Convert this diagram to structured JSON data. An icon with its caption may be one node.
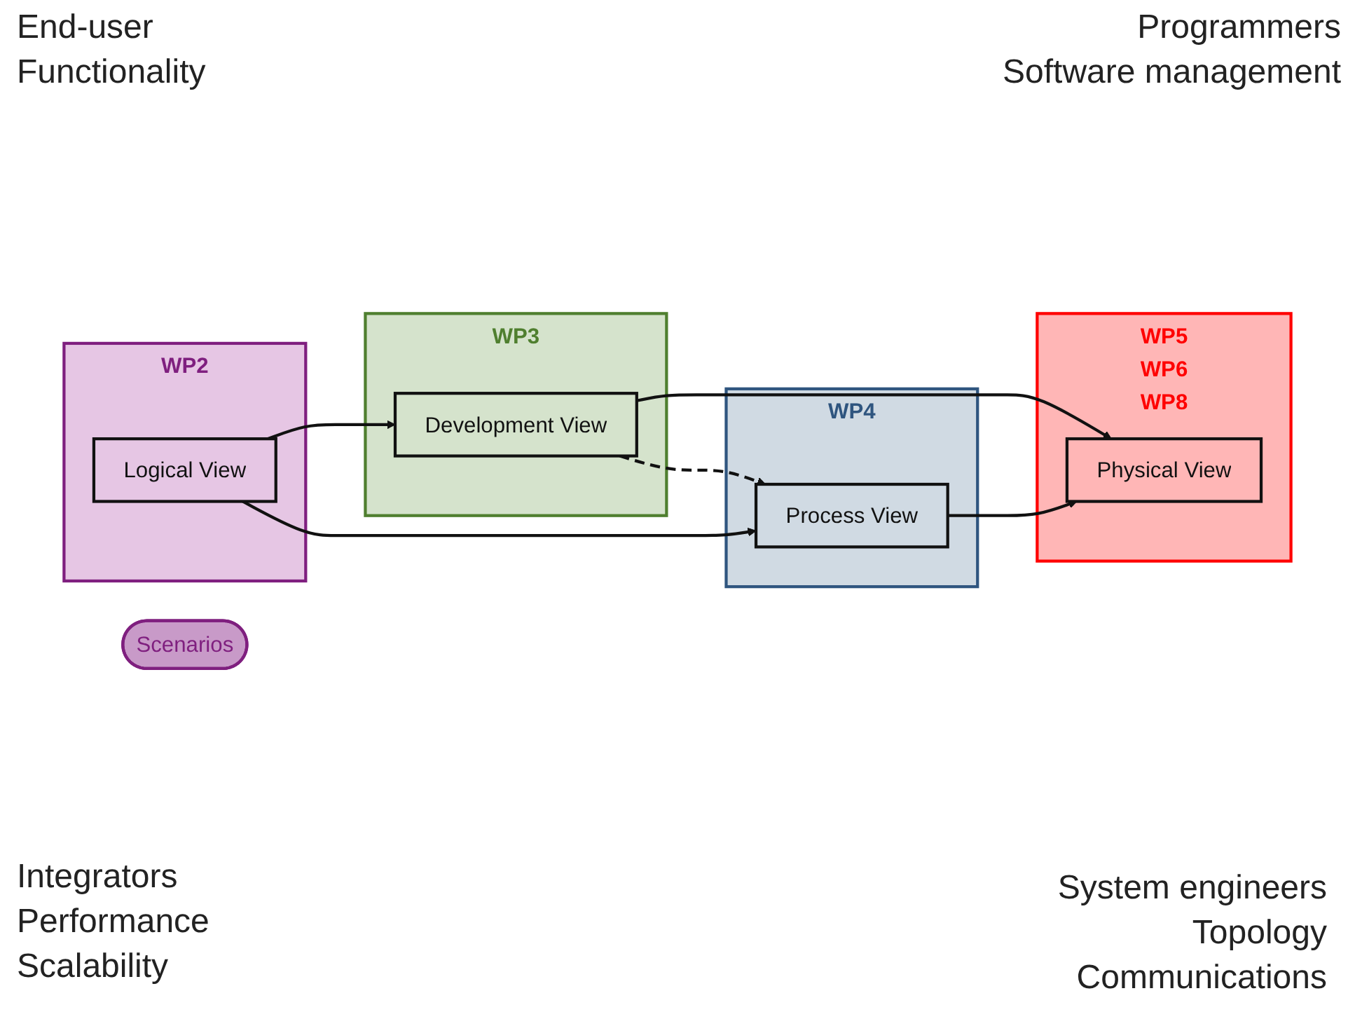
{
  "diagram": {
    "nodes": [
      {
        "text": [
          "WP2"
        ]
      },
      {
        "text": [
          "Logical View"
        ],
        "in": 0
      },
      {
        "text": [
          "WP3"
        ]
      },
      {
        "text": [
          "Development View"
        ],
        "in": 2
      },
      {
        "text": [
          "Scenarios"
        ]
      },
      {
        "text": [
          "WP4"
        ]
      },
      {
        "text": [
          "Process View"
        ],
        "in": 5
      },
      {
        "text": [
          "WP5",
          "WP6",
          "WP8"
        ]
      },
      {
        "text": [
          "Physical View"
        ],
        "in": 7
      }
    ],
    "edges": [
      {
        "from": 1,
        "to": 3,
        "arrow": "to"
      },
      {
        "from": 1,
        "to": 6,
        "arrow": "to"
      },
      {
        "from": 3,
        "to": 8,
        "arrow": "to"
      },
      {
        "from": 6,
        "to": 8,
        "arrow": "to"
      },
      {
        "from": 3,
        "to": 6,
        "arrow": "to",
        "style": "dashed"
      }
    ],
    "labels": [
      "End-user",
      "Functionality",
      "Programmers",
      "Software management",
      "Integrators",
      "Performance",
      "Scalability",
      "System engineers",
      "Topology",
      "Communications"
    ]
  }
}
